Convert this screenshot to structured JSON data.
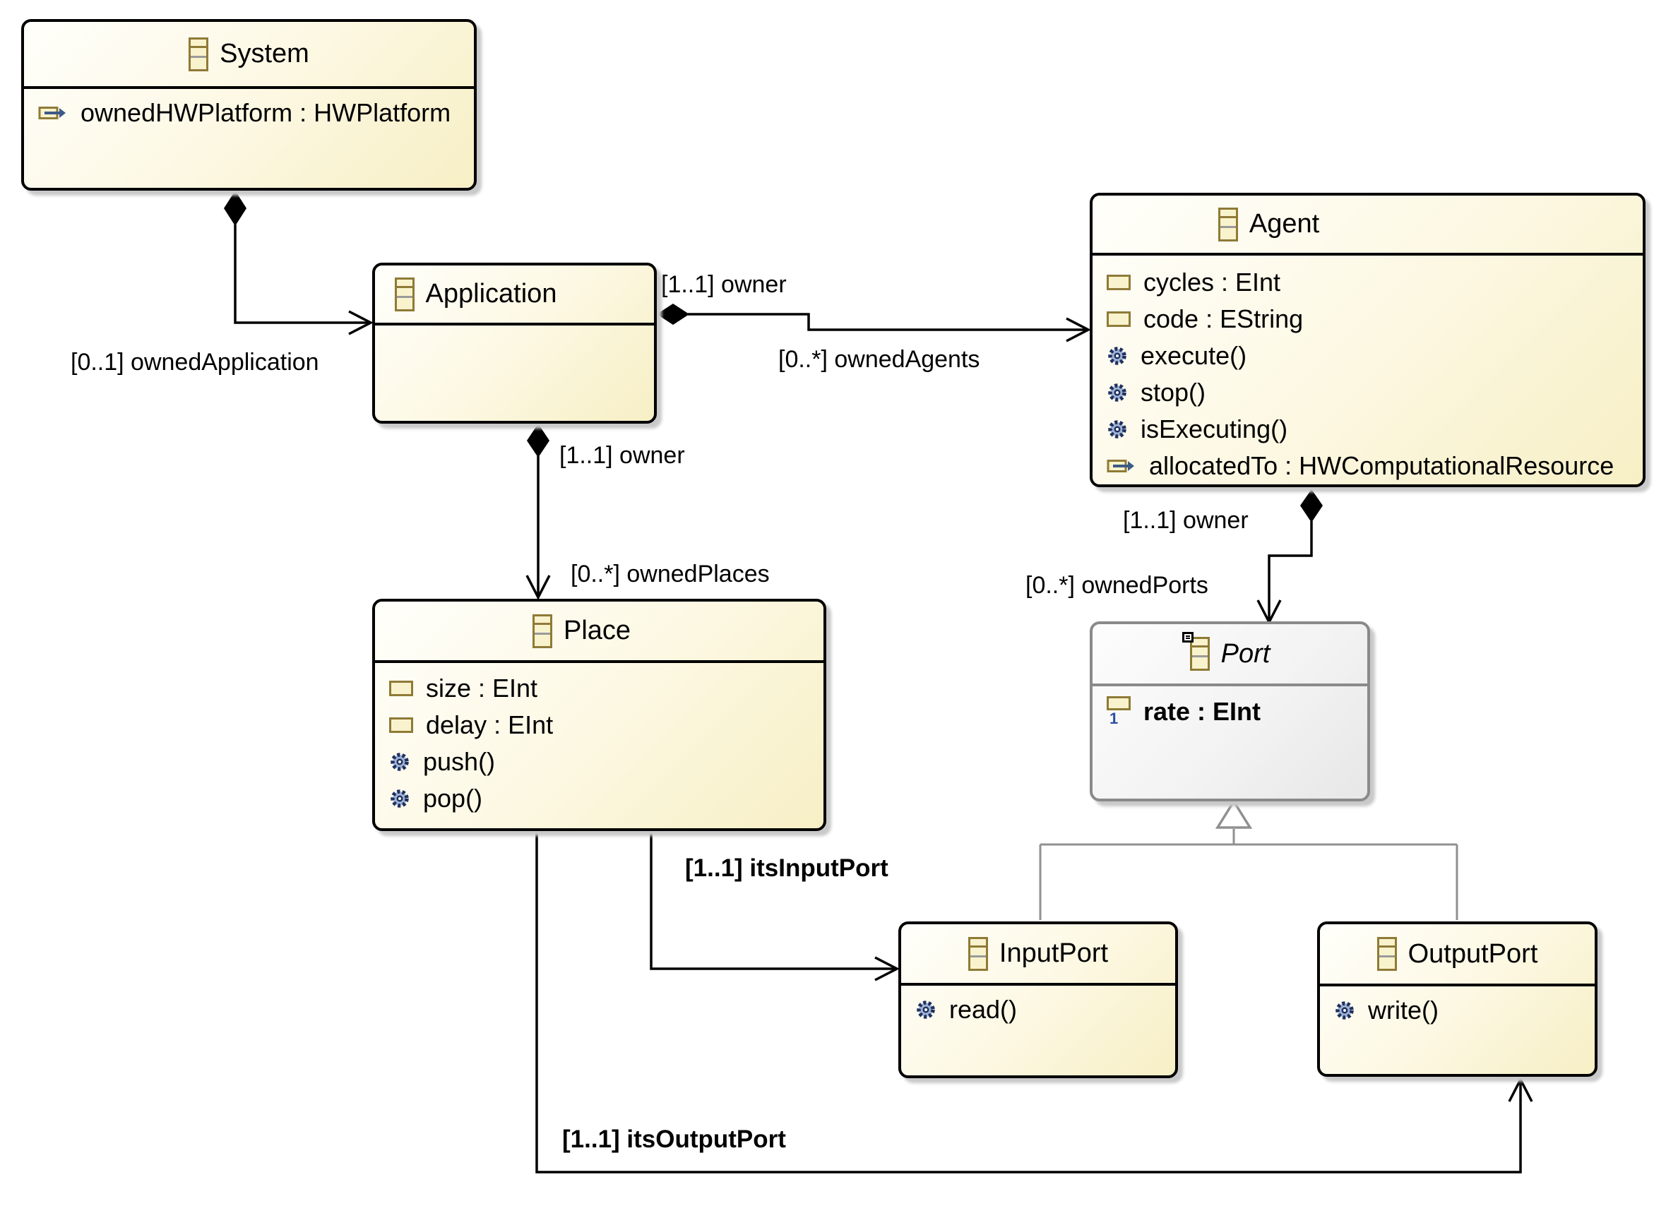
{
  "diagram": {
    "classes": {
      "system": {
        "title": "System",
        "members": [
          {
            "label": "ownedHWPlatform : HWPlatform",
            "kind": "reference"
          }
        ]
      },
      "application": {
        "title": "Application",
        "members": []
      },
      "agent": {
        "title": "Agent",
        "members": [
          {
            "label": "cycles : EInt",
            "kind": "attribute"
          },
          {
            "label": "code : EString",
            "kind": "attribute"
          },
          {
            "label": "execute()",
            "kind": "operation"
          },
          {
            "label": "stop()",
            "kind": "operation"
          },
          {
            "label": "isExecuting()",
            "kind": "operation"
          },
          {
            "label": "allocatedTo : HWComputationalResource",
            "kind": "reference"
          }
        ]
      },
      "place": {
        "title": "Place",
        "members": [
          {
            "label": "size : EInt",
            "kind": "attribute"
          },
          {
            "label": "delay : EInt",
            "kind": "attribute"
          },
          {
            "label": "push()",
            "kind": "operation"
          },
          {
            "label": "pop()",
            "kind": "operation"
          }
        ]
      },
      "port": {
        "title": "Port",
        "abstract": true,
        "members": [
          {
            "label": "rate : EInt",
            "kind": "attribute",
            "lower_bound": "1"
          }
        ]
      },
      "inputport": {
        "title": "InputPort",
        "members": [
          {
            "label": "read()",
            "kind": "operation"
          }
        ]
      },
      "outputport": {
        "title": "OutputPort",
        "members": [
          {
            "label": "write()",
            "kind": "operation"
          }
        ]
      }
    },
    "edge_labels": {
      "owned_application": "[0..1] ownedApplication",
      "owner_agents": "[1..1] owner",
      "owned_agents": "[0..*] ownedAgents",
      "owner_places": "[1..1] owner",
      "owned_places": "[0..*] ownedPlaces",
      "owner_ports": "[1..1] owner",
      "owned_ports": "[0..*] ownedPorts",
      "its_input_port": "[1..1] itsInputPort",
      "its_output_port": "[1..1] itsOutputPort"
    },
    "colors": {
      "class_fill": "#f7efc5",
      "class_border": "#000000",
      "abstract_fill": "#ececec",
      "abstract_border": "#8a8a8a",
      "icon_tan": "#8f7a36",
      "icon_fill": "#f9f3cd",
      "operation_blue": "#1f2f5e",
      "reference_arrow_blue": "#3d5a86",
      "inheritance_gray": "#909090"
    }
  }
}
